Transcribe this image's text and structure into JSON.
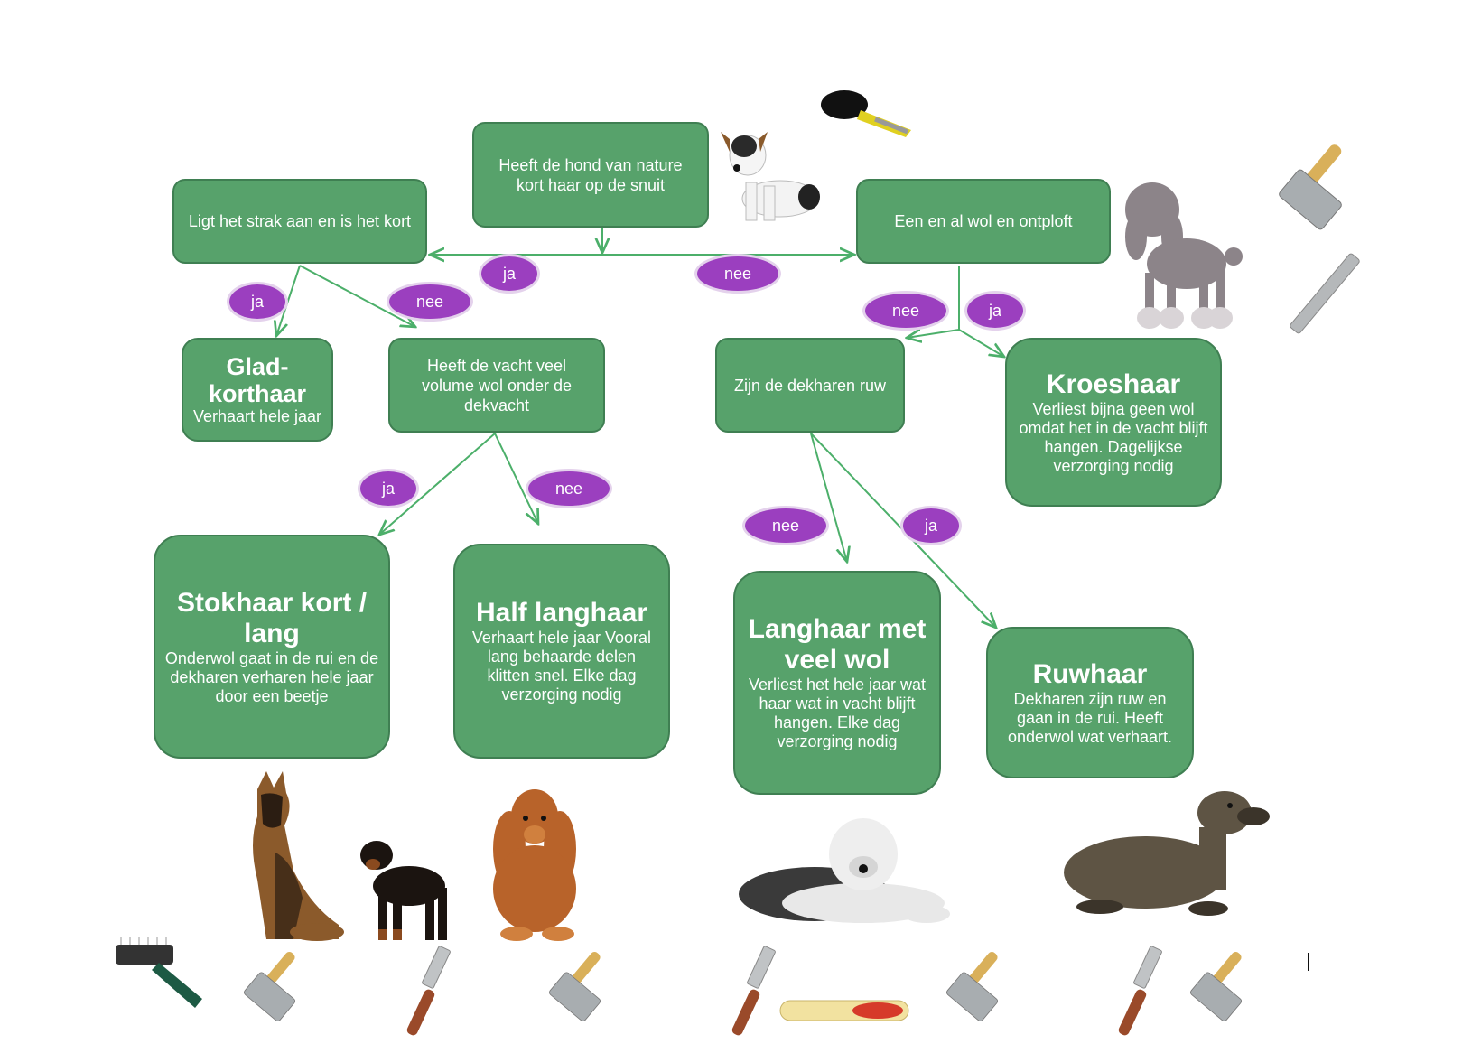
{
  "questions": {
    "q1": "Heeft de hond van nature kort haar op de snuit",
    "q2": "Ligt het strak aan en is het kort",
    "q3": "Een en al wol en ontploft",
    "q4": "Heeft de vacht veel volume wol onder de dekvacht",
    "q5": "Zijn de dekharen ruw"
  },
  "results": {
    "glad": {
      "title": "Glad-korthaar",
      "desc": "Verhaart hele jaar"
    },
    "kroes": {
      "title": "Kroeshaar",
      "desc": "Verliest bijna geen wol omdat het in de vacht blijft hangen. Dagelijkse verzorging nodig"
    },
    "stok": {
      "title": "Stokhaar kort / lang",
      "desc": "Onderwol gaat in de rui en de dekharen verharen hele jaar door een beetje"
    },
    "half": {
      "title": "Half langhaar",
      "desc": "Verhaart hele jaar Vooral lang behaarde delen klitten snel. Elke dag verzorging nodig"
    },
    "lang": {
      "title": "Langhaar met veel wol",
      "desc": "Verliest het hele jaar wat haar wat in vacht blijft hangen. Elke dag verzorging nodig"
    },
    "ruw": {
      "title": "Ruwhaar",
      "desc": "Dekharen zijn ruw en gaan in de rui. Heeft onderwol wat verhaart."
    }
  },
  "labels": {
    "ja1": "ja",
    "nee1": "nee",
    "ja2": "ja",
    "nee2": "nee",
    "nee3": "nee",
    "ja3": "ja",
    "ja4": "ja",
    "nee4": "nee",
    "nee5": "nee",
    "ja5": "ja"
  },
  "colors": {
    "box_fill": "#57a26b",
    "box_border": "#3f7f52",
    "pill_fill": "#9b3fbf",
    "arrow": "#4caf6a"
  },
  "images": [
    "jack-russell-dog",
    "poodle-dog",
    "german-shepherd-dog",
    "rottweiler-dog",
    "cocker-spaniel-dog",
    "old-english-sheepdog",
    "wirehaired-dachshund",
    "slicker-brush",
    "comb",
    "round-brush",
    "undercoat-rake",
    "bristle-brush"
  ]
}
